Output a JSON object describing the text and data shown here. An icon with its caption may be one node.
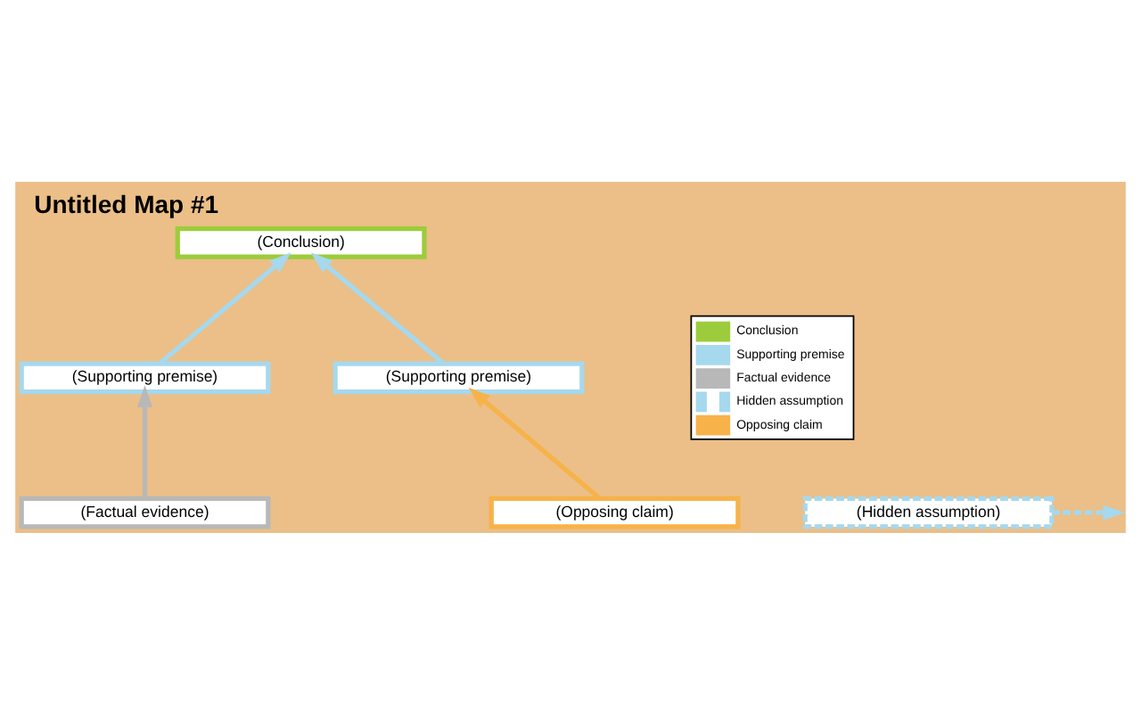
{
  "diagram": {
    "title": "Untitled Map #1",
    "nodes": [
      {
        "text": [
          "(Conclusion)"
        ]
      },
      {
        "text": [
          "(Hidden assumption)"
        ]
      },
      {
        "text": [
          "(Supporting premise)"
        ]
      },
      {
        "text": [
          "(Supporting premise)"
        ]
      },
      {
        "text": [
          "(Factual evidence)"
        ]
      },
      {
        "text": [
          "(Opposing claim)"
        ]
      }
    ],
    "edges": [
      {
        "from": 2,
        "to": 0,
        "arrow": "to"
      },
      {
        "from": 3,
        "to": 0,
        "arrow": "to"
      },
      {
        "from": 1,
        "to": null,
        "arrow": "to",
        "style": "dashed"
      },
      {
        "from": 4,
        "to": 2,
        "arrow": "to",
        "color": "#b8b8b8"
      },
      {
        "from": 5,
        "to": 3,
        "arrow": "to",
        "color": "#f7b24a"
      }
    ],
    "legend": [
      {
        "text": "Conclusion"
      },
      {
        "text": "Supporting premise"
      },
      {
        "text": "Factual evidence"
      },
      {
        "text": "Hidden assumption"
      },
      {
        "text": "Opposing claim"
      }
    ]
  }
}
